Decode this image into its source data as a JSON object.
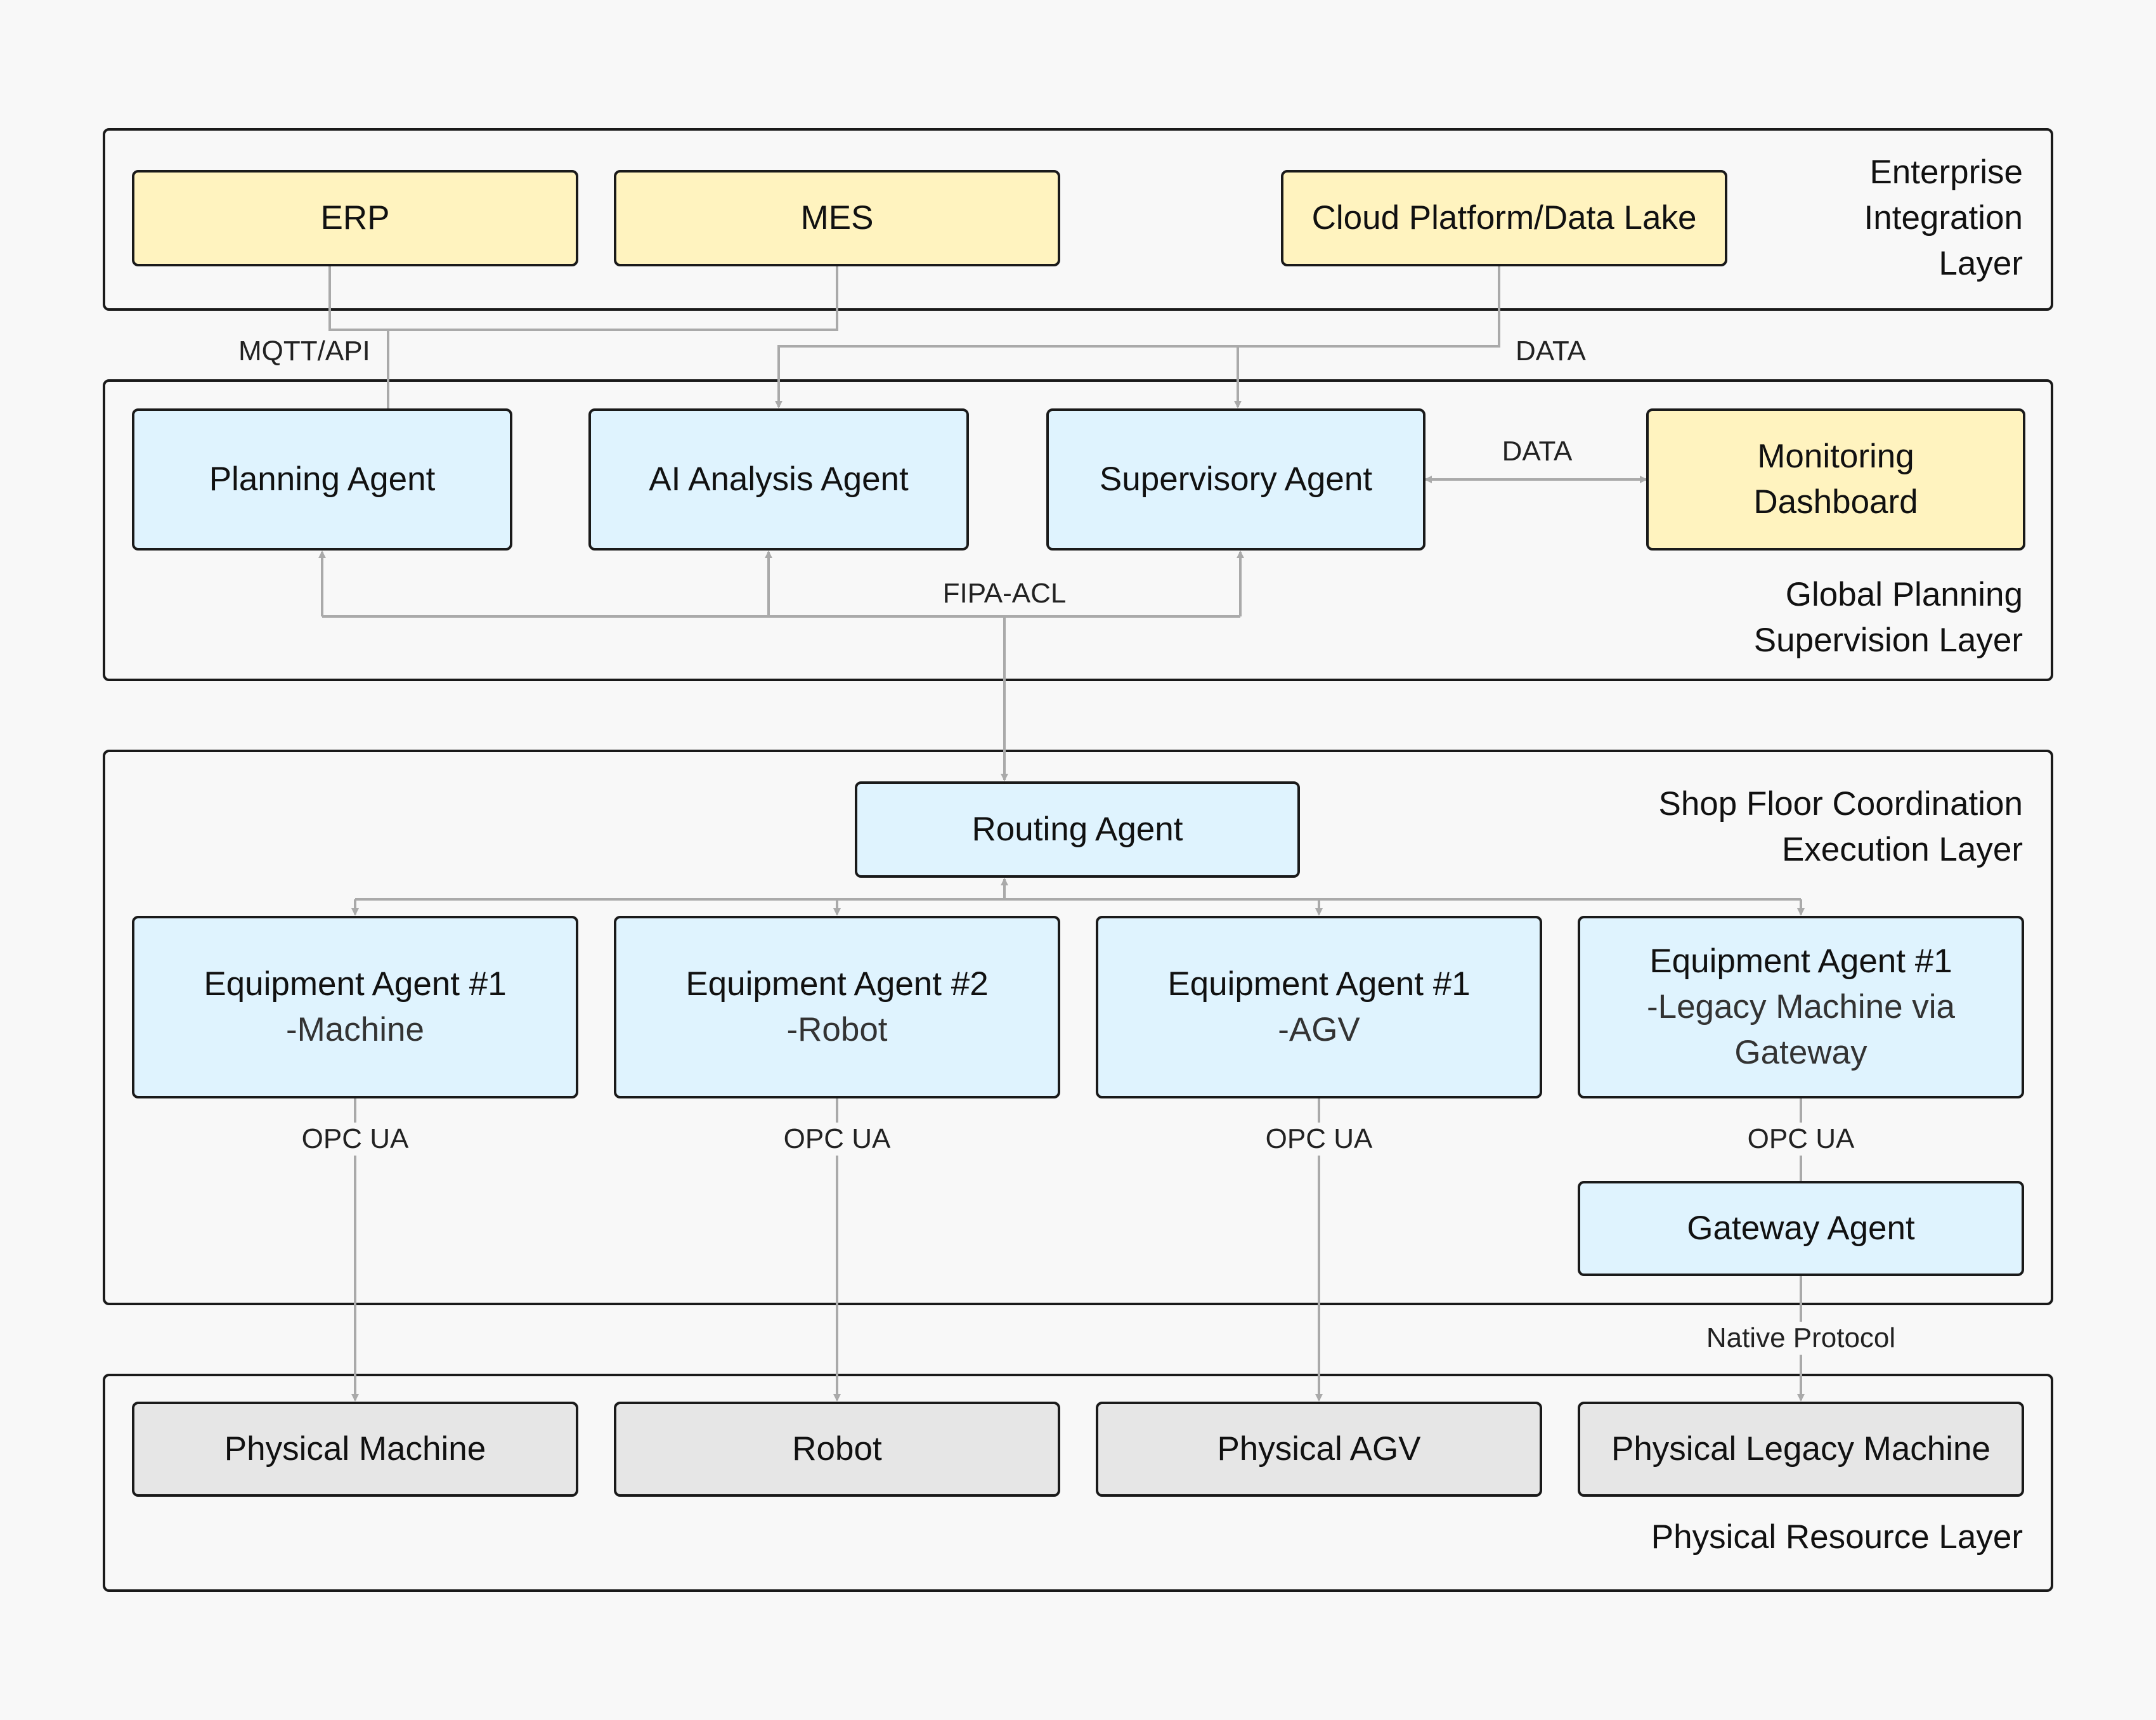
{
  "layers": {
    "enterprise": {
      "title": [
        "Enterprise",
        "Integration",
        "Layer"
      ]
    },
    "global": {
      "title": [
        "Global Planning",
        "Supervision Layer"
      ]
    },
    "shopfloor": {
      "title": [
        "Shop Floor Coordination",
        "Execution Layer"
      ]
    },
    "physical": {
      "title": [
        "Physical Resource Layer"
      ]
    }
  },
  "nodes": {
    "erp": "ERP",
    "mes": "MES",
    "cloud": "Cloud Platform/Data Lake",
    "planning": "Planning Agent",
    "ai": "AI Analysis Agent",
    "supervisory": "Supervisory Agent",
    "dashboard": [
      "Monitoring",
      "Dashboard"
    ],
    "routing": "Routing Agent",
    "eq1": {
      "title": "Equipment Agent #1",
      "sub": [
        "-Machine"
      ]
    },
    "eq2": {
      "title": "Equipment Agent #2",
      "sub": [
        "-Robot"
      ]
    },
    "eq3": {
      "title": "Equipment Agent #1",
      "sub": [
        "-AGV"
      ]
    },
    "eq4": {
      "title": "Equipment Agent #1",
      "sub": [
        "-Legacy Machine via",
        "Gateway"
      ]
    },
    "gateway": "Gateway Agent",
    "phys_machine": "Physical Machine",
    "robot": "Robot",
    "phys_agv": "Physical AGV",
    "phys_legacy": "Physical Legacy Machine"
  },
  "edge_labels": {
    "mqtt": "MQTT/API",
    "data_top": "DATA",
    "data_side": "DATA",
    "fipa": "FIPA-ACL",
    "opc1": "OPC UA",
    "opc2": "OPC UA",
    "opc3": "OPC UA",
    "opc4": "OPC UA",
    "native": "Native Protocol"
  },
  "colors": {
    "enterprise_box": "#fff3bf",
    "agent_box": "#dff3fe",
    "physical_box": "#e6e6e6",
    "connector": "#aaaaaa",
    "border": "#1a1a1a",
    "background": "#f8f8f8"
  }
}
